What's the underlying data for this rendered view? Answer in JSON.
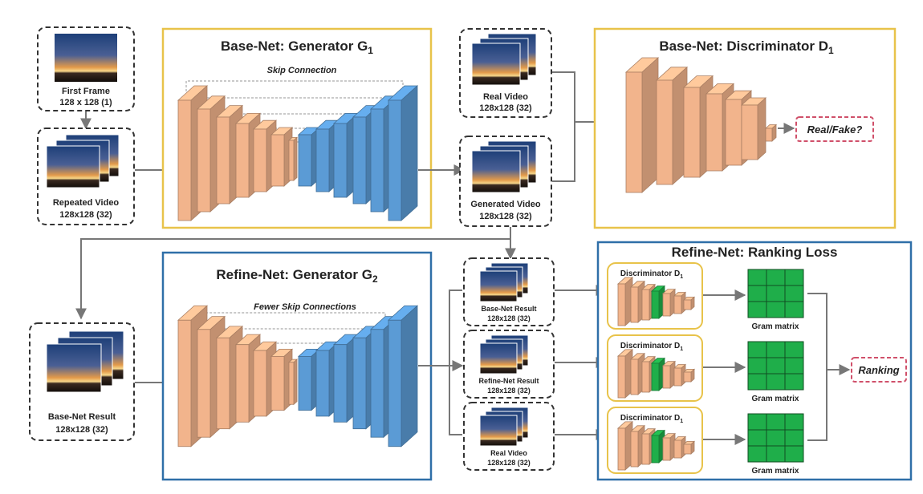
{
  "colors": {
    "base_border": "#e8c34a",
    "refine_border": "#2f6fa8",
    "encoder": "#f2b48c",
    "decoder": "#5b9bd5",
    "gram": "#1fae4a",
    "dash": "#333333",
    "output_dash": "#d0506a",
    "arrow": "#777777"
  },
  "top": {
    "first_frame": {
      "label": "First Frame",
      "size": "128 x 128 (1)"
    },
    "repeated_video": {
      "label": "Repeated Video",
      "size": "128x128 (32)"
    },
    "generator": {
      "title_main": "Base-Net: Generator G",
      "title_sub": "1",
      "skip_label": "Skip Connection"
    },
    "real_video": {
      "label": "Real Video",
      "size": "128x128 (32)"
    },
    "generated_video": {
      "label": "Generated Video",
      "size": "128x128 (32)"
    },
    "discriminator": {
      "title_main": "Base-Net: Discriminator D",
      "title_sub": "1",
      "output": "Real/Fake?"
    }
  },
  "bottom": {
    "base_result_input": {
      "label": "Base-Net Result",
      "size": "128x128 (32)"
    },
    "generator": {
      "title_main": "Refine-Net: Generator G",
      "title_sub": "2",
      "skip_label": "Fewer Skip Connections"
    },
    "results": [
      {
        "label": "Base-Net Result",
        "size": "128x128 (32)"
      },
      {
        "label": "Refine-Net Result",
        "size": "128x128 (32)"
      },
      {
        "label": "Real Video",
        "size": "128x128 (32)"
      }
    ],
    "ranking": {
      "title": "Refine-Net: Ranking Loss",
      "discriminators": [
        {
          "title_main": "Discriminator D",
          "title_sub": "1",
          "gram_label": "Gram matrix"
        },
        {
          "title_main": "Discriminator D",
          "title_sub": "1",
          "gram_label": "Gram matrix"
        },
        {
          "title_main": "Discriminator D",
          "title_sub": "1",
          "gram_label": "Gram matrix"
        }
      ],
      "output": "Ranking"
    }
  }
}
